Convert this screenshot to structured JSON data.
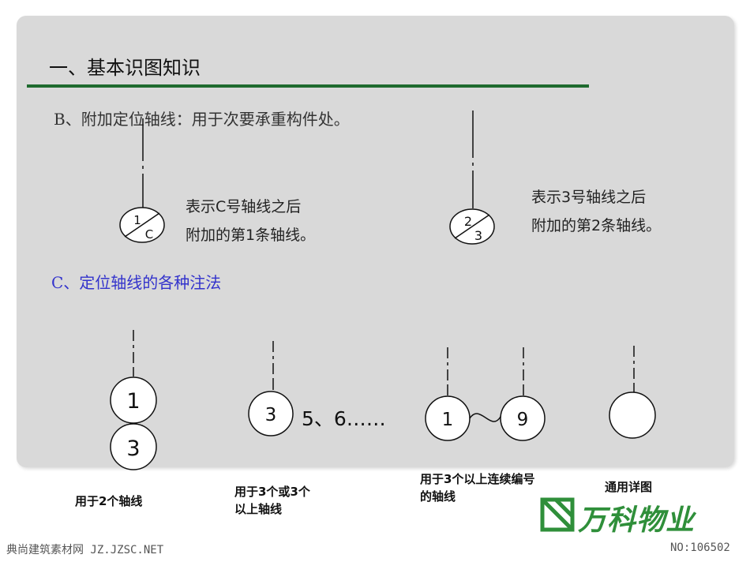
{
  "title": "一、基本识图知识",
  "section_b": "B、附加定位轴线：用于次要承重构件处。",
  "section_c": "C、定位轴线的各种注法",
  "bubble_1": {
    "top": "1",
    "bottom": "C"
  },
  "bubble_2": {
    "top": "2",
    "bottom": "3"
  },
  "desc_1": {
    "line1": "表示C号轴线之后",
    "line2": "附加的第1条轴线。"
  },
  "desc_2": {
    "line1": "表示3号轴线之后",
    "line2": "附加的第2条轴线。"
  },
  "ex1": {
    "top": "1",
    "bottom": "3",
    "caption": "用于2个轴线"
  },
  "ex2": {
    "label": "3",
    "trail": "5、6……",
    "caption_l1": "用于3个或3个",
    "caption_l2": "以上轴线"
  },
  "ex3": {
    "left": "1",
    "right": "9",
    "caption_l1": "用于3个以上连续编号",
    "caption_l2": "的轴线"
  },
  "ex4": {
    "caption": "通用详图"
  },
  "brand": "万科物业",
  "footer_left": "典尚建筑素材网 JZ.JZSC.NET",
  "footer_right": "NO:106502",
  "colors": {
    "accent_green": "#1e6a2e",
    "section_blue": "#3333cc",
    "panel": "#d9d9d9",
    "brand_green": "#2f8f3a"
  }
}
